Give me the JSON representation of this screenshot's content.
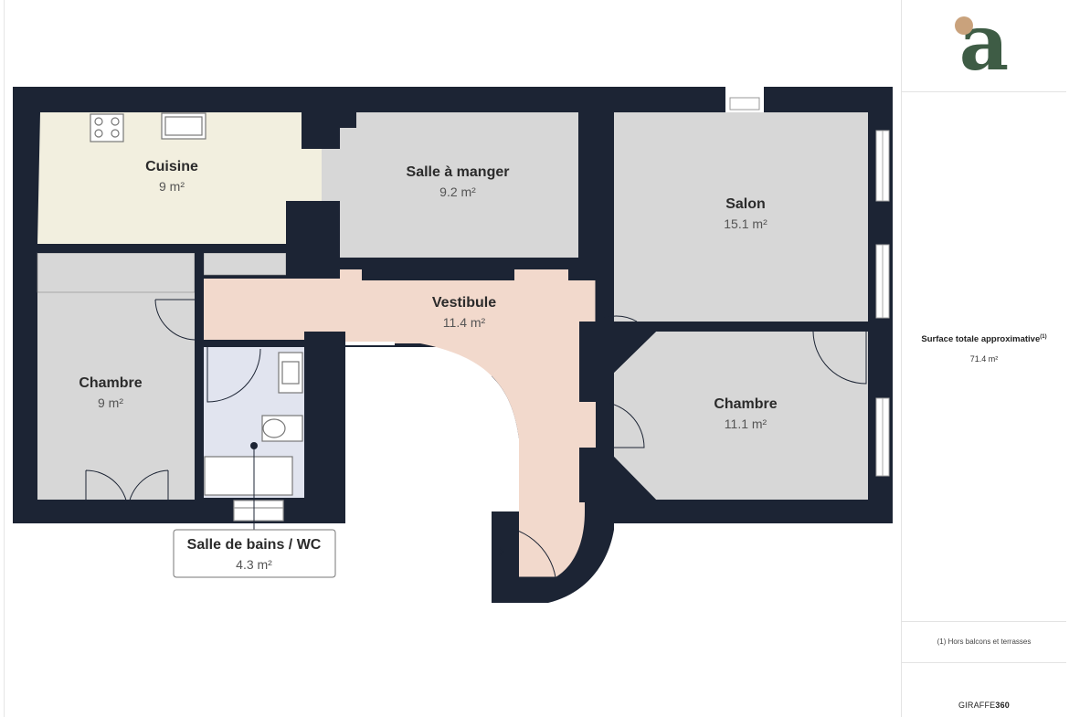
{
  "rooms": [
    {
      "id": "cuisine",
      "name": "Cuisine",
      "area": "9 m²"
    },
    {
      "id": "salle-a-manger",
      "name": "Salle à manger",
      "area": "9.2 m²"
    },
    {
      "id": "salon",
      "name": "Salon",
      "area": "15.1 m²"
    },
    {
      "id": "vestibule",
      "name": "Vestibule",
      "area": "11.4 m²"
    },
    {
      "id": "chambre-1",
      "name": "Chambre",
      "area": "9 m²"
    },
    {
      "id": "chambre-2",
      "name": "Chambre",
      "area": "11.1 m²"
    },
    {
      "id": "salle-de-bains",
      "name": "Salle de bains / WC",
      "area": "4.3 m²"
    }
  ],
  "sidebar": {
    "logo_letter": "a",
    "surface_title": "Surface totale approximative",
    "surface_sup": "(1)",
    "surface_value": "71.4 m²",
    "footnote": "(1) Hors balcons et terrasses",
    "brand_light": "GIRAFFE",
    "brand_bold": "360"
  },
  "colors": {
    "wall": "#1c2434",
    "room_grey": "#d7d7d7",
    "kitchen": "#f2efdf",
    "hall": "#f2d9cc",
    "bathroom": "#e1e4ef",
    "logo_green": "#3e5c45",
    "logo_dot": "#c9a27c"
  }
}
